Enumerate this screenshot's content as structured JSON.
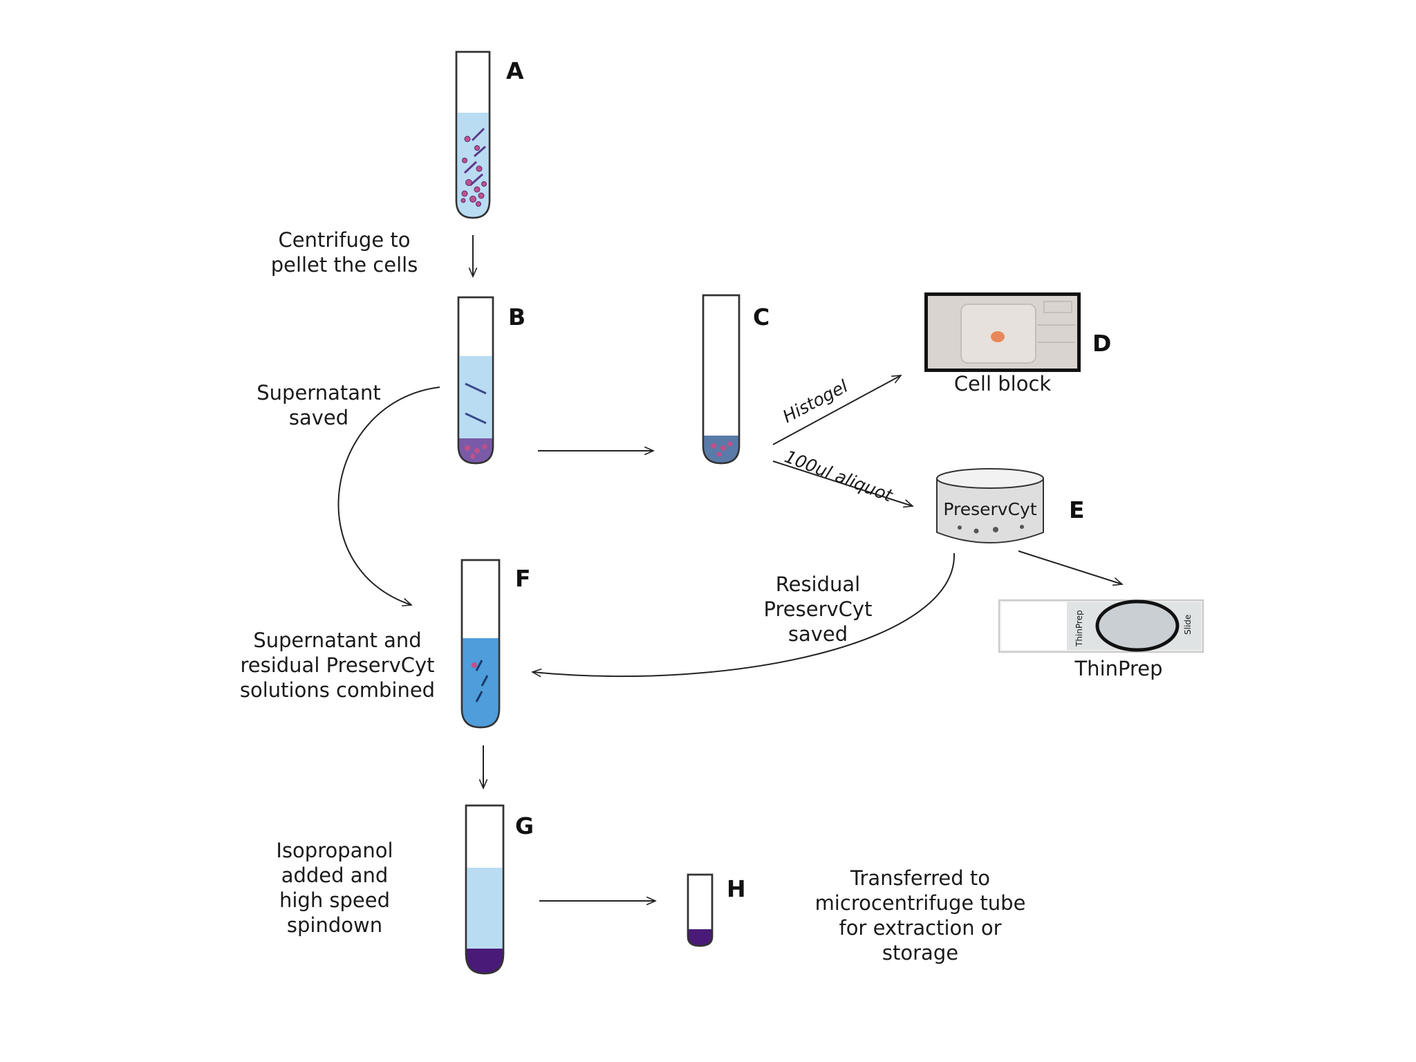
{
  "figure": {
    "steps": {
      "A": {
        "letter": "A"
      },
      "B": {
        "letter": "B"
      },
      "C": {
        "letter": "C"
      },
      "D": {
        "letter": "D",
        "caption": "Cell block"
      },
      "E": {
        "letter": "E",
        "container_label": "PreservCyt"
      },
      "F": {
        "letter": "F"
      },
      "G": {
        "letter": "G"
      },
      "H": {
        "letter": "H"
      },
      "thinprep": {
        "caption": "ThinPrep",
        "slide_brand": "ThinPrep",
        "slide_mark": "Slide"
      }
    },
    "labels": {
      "centrifuge": [
        "Centrifuge to",
        "pellet the cells"
      ],
      "supernatant_saved": [
        "Supernatant",
        "saved"
      ],
      "histogel": "Histogel",
      "aliquot": "100ul aliquot",
      "residual": [
        "Residual",
        "PreservCyt",
        "saved"
      ],
      "combined": [
        "Supernatant  and",
        "residual PreservCyt",
        "solutions combined"
      ],
      "isopropanol": [
        "Isopropanol",
        "added  and",
        "high speed",
        "spindown"
      ],
      "transferred": [
        "Transferred to",
        "microcentrifuge tube",
        "for  extraction or",
        "storage"
      ]
    },
    "colors": {
      "liquid_light": "#b9dcf2",
      "liquid_mid": "#8fc4ea",
      "liquid_dark": "#4f9ddb",
      "pellet": "#4a1a78",
      "pellet_mix": "#7a5aa8",
      "cell_block_spot": "#e8885a"
    }
  }
}
